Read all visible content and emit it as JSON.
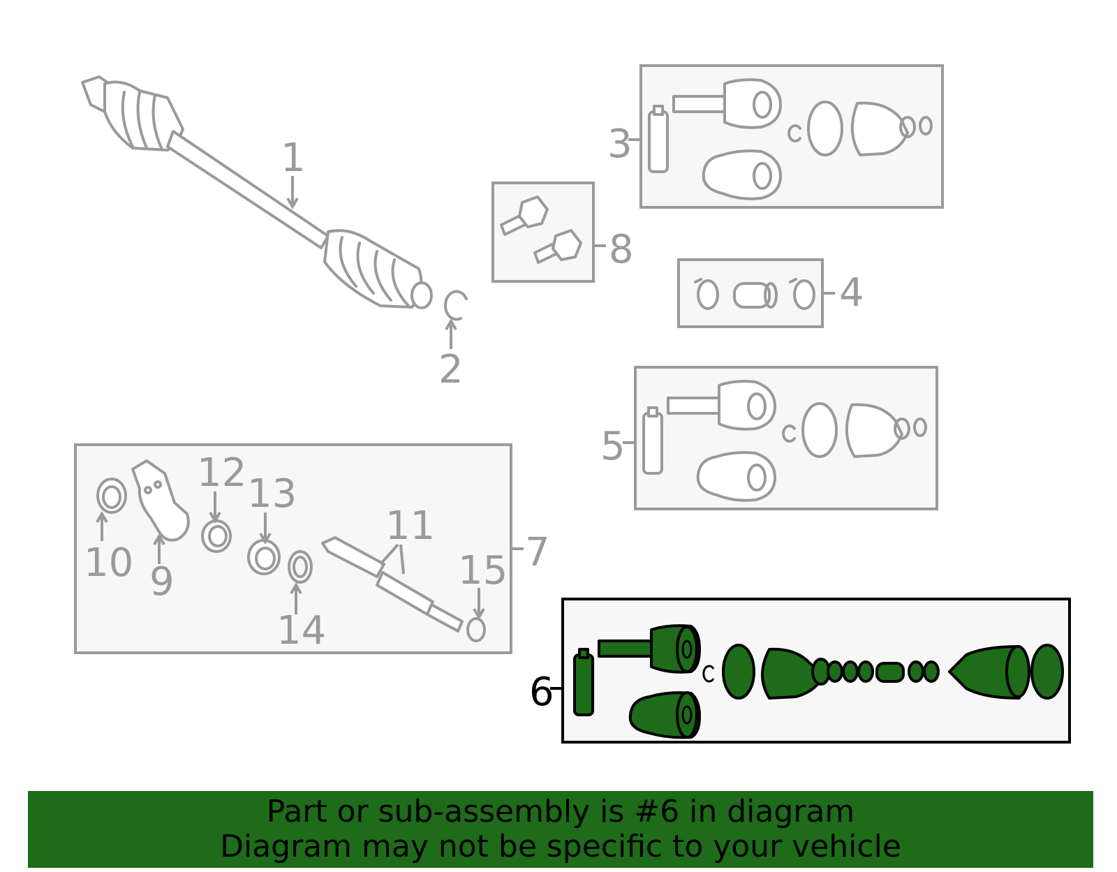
{
  "callouts": {
    "c1": "1",
    "c2": "2",
    "c3": "3",
    "c4": "4",
    "c5": "5",
    "c6": "6",
    "c7": "7",
    "c8": "8",
    "c9": "9",
    "c10": "10",
    "c11": "11",
    "c12": "12",
    "c13": "13",
    "c14": "14",
    "c15": "15"
  },
  "highlighted_callout": "6",
  "banner": {
    "line1": "Part or sub-assembly is #6 in diagram",
    "line2": "Diagram may not be specific to your vehicle"
  },
  "colors": {
    "highlight_fill": "#1e6b1a",
    "part_stroke": "#9a9a9a",
    "box_fill": "#f7f7f7"
  }
}
